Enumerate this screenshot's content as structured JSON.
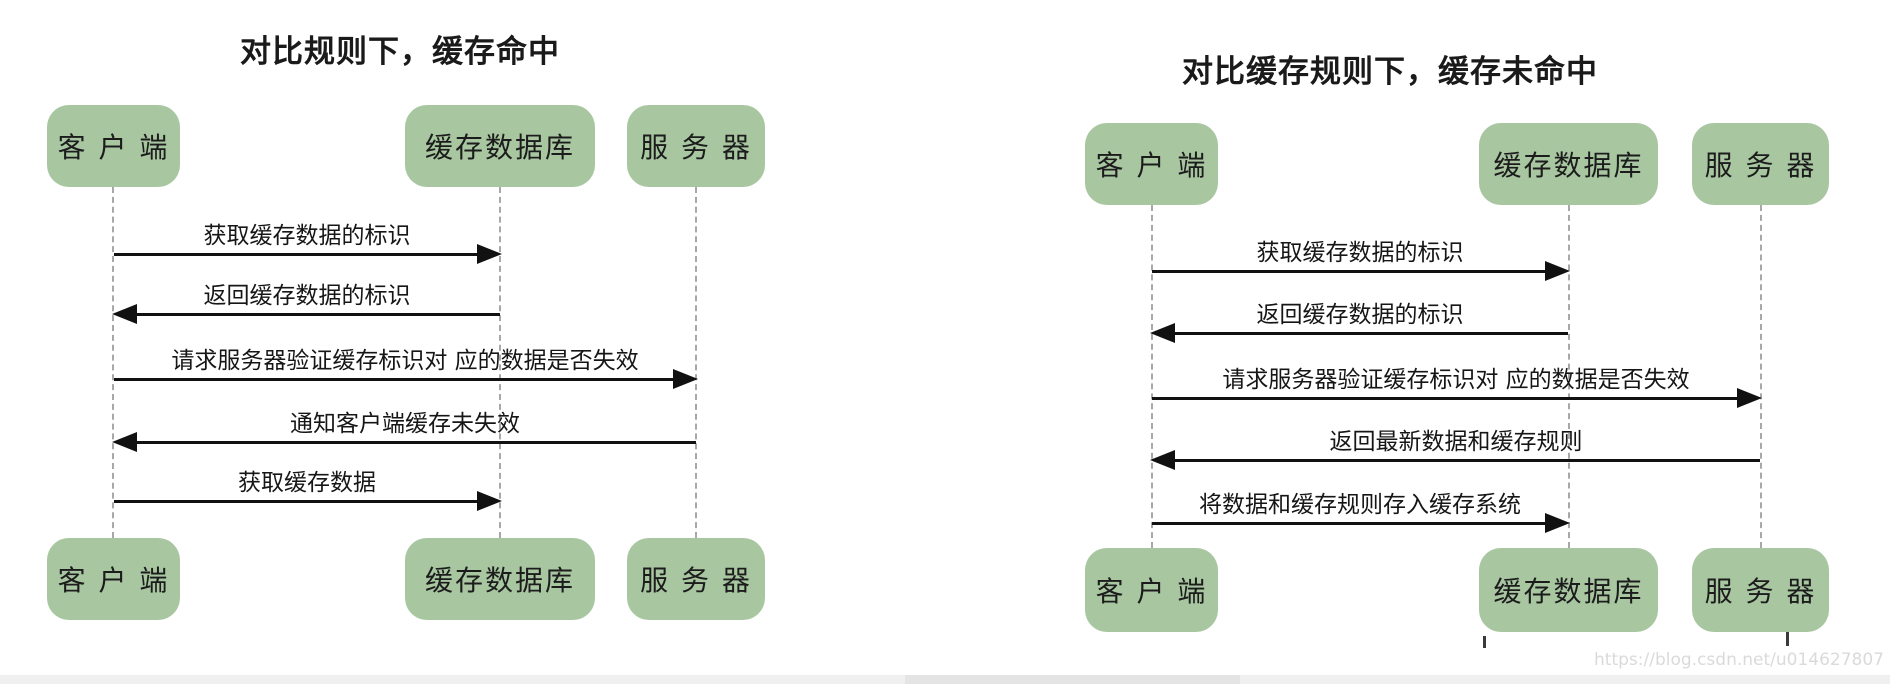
{
  "page": {
    "watermark": "https://blog.csdn.net/u014627807"
  },
  "colors": {
    "actor_fill": "#a8c7a1",
    "arrow": "#111111",
    "lifeline": "#a8a8a8",
    "watermark_color": "#dadada"
  },
  "diagrams": [
    {
      "title": "对比规则下，缓存命中",
      "actors": {
        "client": "客 户 端",
        "cache_db": "缓存数据库",
        "server": "服 务 器"
      },
      "messages": [
        {
          "text": "获取缓存数据的标识",
          "from": "client",
          "to": "cache_db",
          "direction": "right"
        },
        {
          "text": "返回缓存数据的标识",
          "from": "cache_db",
          "to": "client",
          "direction": "left"
        },
        {
          "text": "请求服务器验证缓存标识对 应的数据是否失效",
          "from": "client",
          "to": "server",
          "direction": "right"
        },
        {
          "text": "通知客户端缓存未失效",
          "from": "server",
          "to": "client",
          "direction": "left"
        },
        {
          "text": "获取缓存数据",
          "from": "client",
          "to": "cache_db",
          "direction": "right"
        }
      ]
    },
    {
      "title": "对比缓存规则下，缓存未命中",
      "actors": {
        "client": "客 户 端",
        "cache_db": "缓存数据库",
        "server": "服 务 器"
      },
      "messages": [
        {
          "text": "获取缓存数据的标识",
          "from": "client",
          "to": "cache_db",
          "direction": "right"
        },
        {
          "text": "返回缓存数据的标识",
          "from": "cache_db",
          "to": "client",
          "direction": "left"
        },
        {
          "text": "请求服务器验证缓存标识对 应的数据是否失效",
          "from": "client",
          "to": "server",
          "direction": "right"
        },
        {
          "text": "返回最新数据和缓存规则",
          "from": "server",
          "to": "client",
          "direction": "left"
        },
        {
          "text": "将数据和缓存规则存入缓存系统",
          "from": "client",
          "to": "cache_db",
          "direction": "right"
        }
      ]
    }
  ]
}
